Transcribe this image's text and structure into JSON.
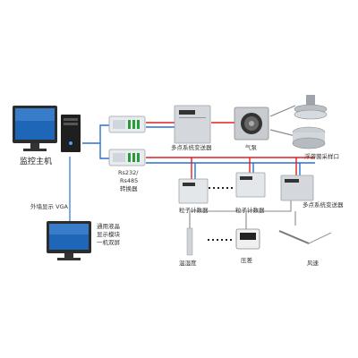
{
  "labels": {
    "host": "监控主机",
    "external_display": "外墙显示  VGA",
    "lcd_line1": "通用液晶",
    "lcd_line2": "显示模块",
    "lcd_line3": "一机双屏",
    "rs232": "Rs232/",
    "rs485": "Rs485",
    "converter": "转换器",
    "multi_transmitter_top": "多点系统变送器",
    "pump": "气泵",
    "floating_sampler": "浮游菌采样口",
    "particle_counter_1": "粒子计数器",
    "particle_counter_2": "粒子计数器",
    "multi_transmitter_right": "多点系统变送器",
    "temp_humidity": "温湿度",
    "pressure": "压差",
    "wind_speed": "风速"
  },
  "colors": {
    "line_red": "#e02020",
    "line_blue": "#2a6fd6",
    "line_gray": "#8a8a8a"
  }
}
